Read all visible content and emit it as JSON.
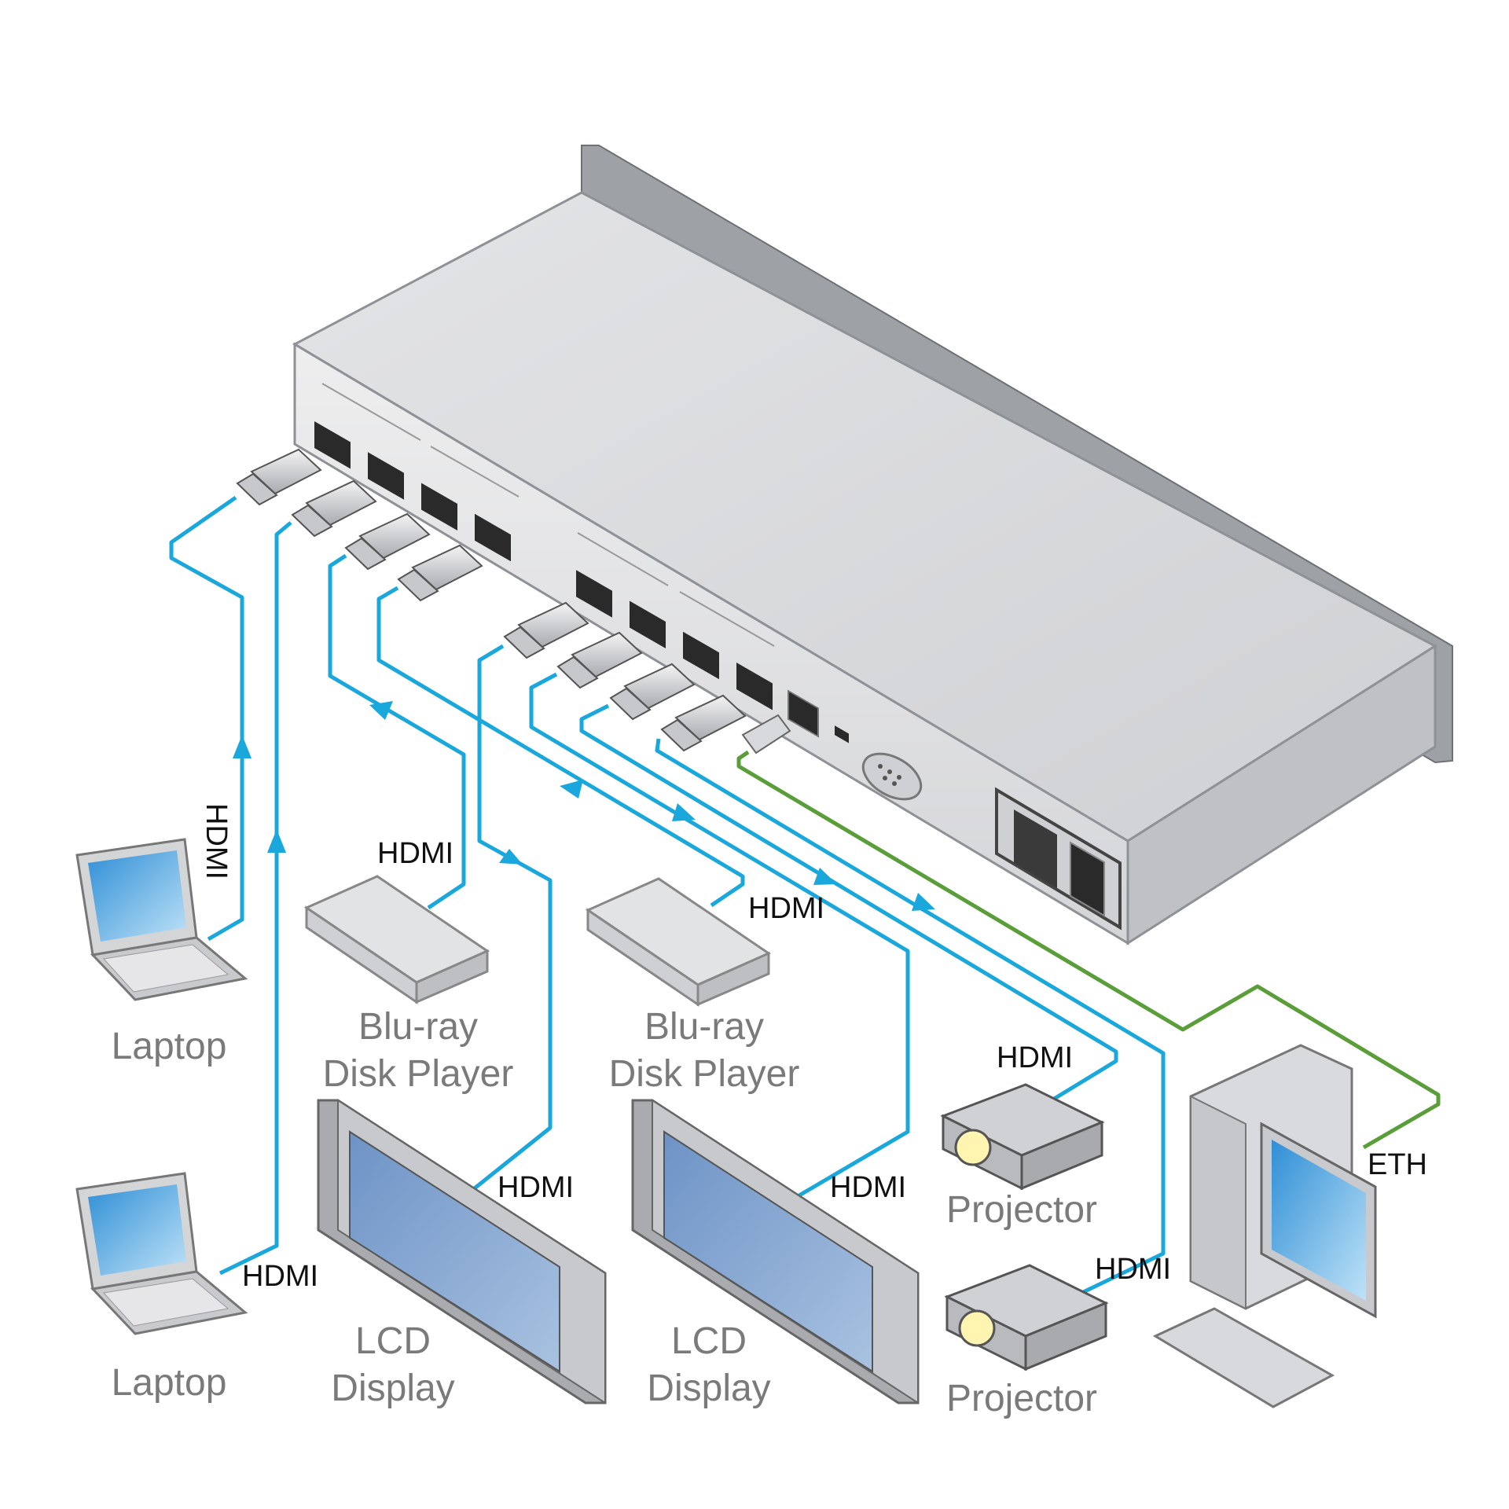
{
  "colors": {
    "hdmi_cable": "#1aa7dc",
    "eth_cable": "#5a9e3a",
    "device_label": "#7a7a7a",
    "cable_label": "#111111",
    "chassis": "#d9dadc"
  },
  "switcher": {
    "icons": [
      "hdmi-port-icon",
      "rj45-port-icon",
      "mini-usb-port-icon",
      "rs232-port-icon",
      "power-socket-icon",
      "power-switch-icon"
    ]
  },
  "labels": {
    "laptop_top": "Laptop",
    "laptop_bottom": "Laptop",
    "bluray_left": [
      "Blu-ray",
      "Disk Player"
    ],
    "bluray_right": [
      "Blu-ray",
      "Disk Player"
    ],
    "lcd_left": [
      "LCD",
      "Display"
    ],
    "lcd_right": [
      "LCD",
      "Display"
    ],
    "projector_top": "Projector",
    "projector_bottom": "Projector"
  },
  "cable_labels": {
    "laptop_top": "HDMI",
    "laptop_bottom": "HDMI",
    "bluray_left": "HDMI",
    "bluray_right": "HDMI",
    "lcd_left": "HDMI",
    "lcd_right": "HDMI",
    "projector_top": "HDMI",
    "projector_bottom": "HDMI",
    "pc": "ETH"
  }
}
